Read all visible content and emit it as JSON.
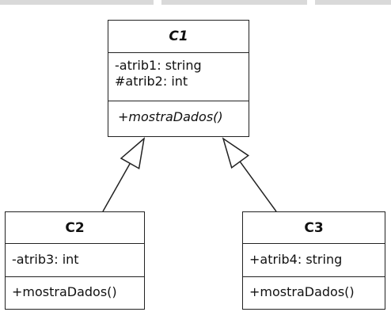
{
  "diagram": {
    "classes": [
      {
        "id": "c1",
        "name": "C1",
        "abstract": true,
        "attributes": [
          "-atrib1: string",
          "#atrib2: int"
        ],
        "operations": [
          {
            "label": "+mostraDados()",
            "abstract": true
          }
        ]
      },
      {
        "id": "c2",
        "name": "C2",
        "abstract": false,
        "attributes": [
          "-atrib3: int"
        ],
        "operations": [
          {
            "label": "+mostraDados()",
            "abstract": false
          }
        ]
      },
      {
        "id": "c3",
        "name": "C3",
        "abstract": false,
        "attributes": [
          "+atrib4: string"
        ],
        "operations": [
          {
            "label": "+mostraDados()",
            "abstract": false
          }
        ]
      }
    ],
    "relations": [
      {
        "type": "generalization",
        "from": "c2",
        "to": "c1"
      },
      {
        "type": "generalization",
        "from": "c3",
        "to": "c1"
      }
    ]
  }
}
